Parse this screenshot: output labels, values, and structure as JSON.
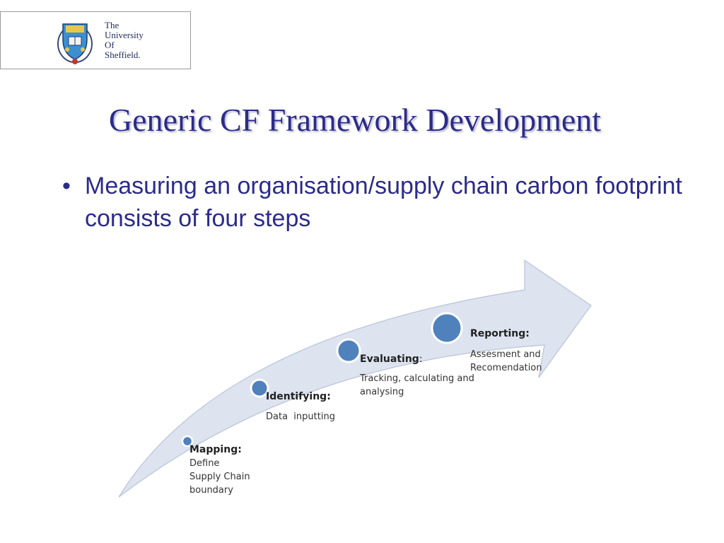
{
  "logo": {
    "lines": [
      "The",
      "University",
      "Of",
      "Sheffield."
    ]
  },
  "title": "Generic CF Framework Development",
  "bullets": [
    {
      "symbol": "•",
      "text": "Measuring an organisation/supply chain carbon footprint consists of four steps"
    }
  ],
  "diagram": {
    "arrow_color": "#dde3ef",
    "node_color": "#4f81bd",
    "steps": [
      {
        "title": "Mapping:",
        "description": [
          "Define",
          "Supply Chain",
          "boundary"
        ]
      },
      {
        "title": "Identifying:",
        "description": [
          "Data  inputting"
        ]
      },
      {
        "title": "Evaluating",
        "title_suffix": ":",
        "description": [
          "Tracking, calculating and",
          "analysing"
        ]
      },
      {
        "title": "Reporting:",
        "description": [
          "Assesment and",
          "Recomendation"
        ]
      }
    ]
  }
}
